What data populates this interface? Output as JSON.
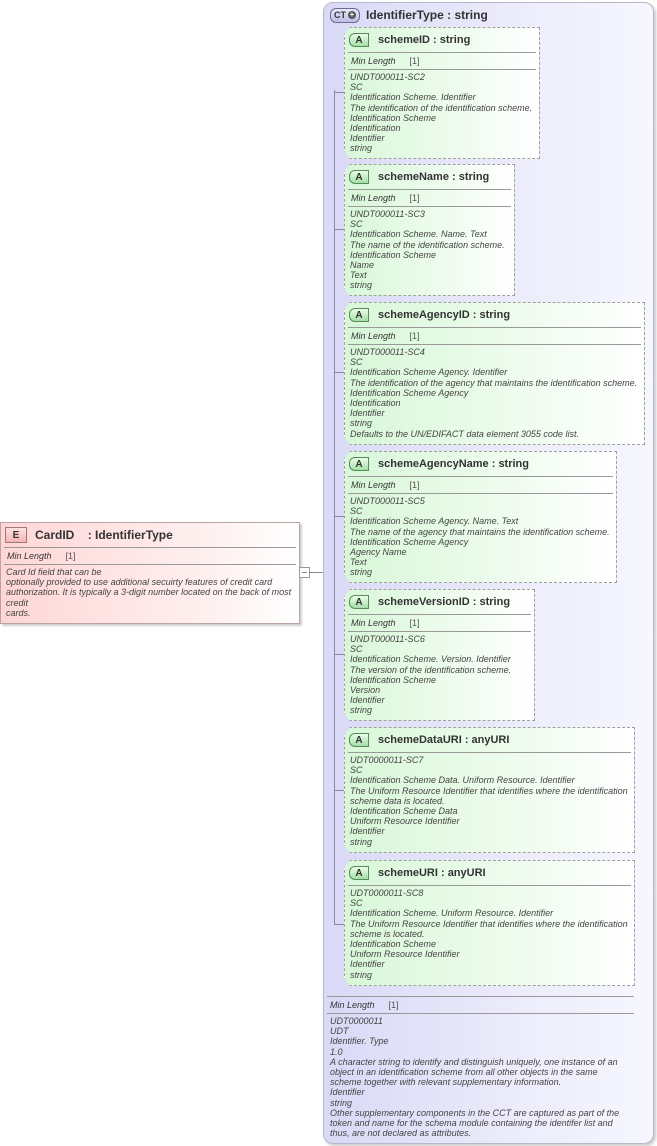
{
  "element": {
    "badge": "E",
    "name": "CardID",
    "type": ": IdentifierType",
    "facet_label": "Min Length",
    "facet_value": "[1]",
    "documentation": "Card Id field that can be\noptionally provided to use additional secuirty features of credit card\nauthorization. It is typically a 3-digit number located on the back of most\ncredit\ncards."
  },
  "complex_type": {
    "badge": "CT",
    "badge_icon": "plus-icon",
    "title": "IdentifierType : string",
    "facet_label": "Min Length",
    "facet_value": "[1]",
    "documentation": "UDT0000011\nUDT\nIdentifier. Type\n1.0\nA character string to identify and distinguish uniquely, one instance of an\nobject in an identification scheme from all other objects in the same\nscheme together with relevant supplementary information.\nIdentifier\nstring\nOther supplementary components in the CCT are captured as part of the\ntoken and name for the schema module containing the identifer list and\nthus, are not declared as attributes."
  },
  "attributes": [
    {
      "badge": "A",
      "title": "schemeID : string",
      "facet_label": "Min Length",
      "facet_value": "[1]",
      "documentation": "UNDT000011-SC2\nSC\nIdentification Scheme. Identifier\nThe identification of the identification scheme.\nIdentification Scheme\nIdentification\nIdentifier\nstring"
    },
    {
      "badge": "A",
      "title": "schemeName : string",
      "facet_label": "Min Length",
      "facet_value": "[1]",
      "documentation": "UNDT000011-SC3\nSC\nIdentification Scheme. Name. Text\nThe name of the identification scheme.\nIdentification Scheme\nName\nText\nstring"
    },
    {
      "badge": "A",
      "title": "schemeAgencyID : string",
      "facet_label": "Min Length",
      "facet_value": "[1]",
      "documentation": "UNDT000011-SC4\nSC\nIdentification Scheme Agency. Identifier\nThe identification of the agency that maintains the identification scheme.\nIdentification Scheme Agency\nIdentification\nIdentifier\nstring\nDefaults to the UN/EDIFACT data element 3055 code list."
    },
    {
      "badge": "A",
      "title": "schemeAgencyName : string",
      "facet_label": "Min Length",
      "facet_value": "[1]",
      "documentation": "UNDT000011-SC5\nSC\nIdentification Scheme Agency. Name. Text\nThe name of the agency that maintains the identification scheme.\nIdentification Scheme Agency\nAgency Name\nText\nstring"
    },
    {
      "badge": "A",
      "title": "schemeVersionID : string",
      "facet_label": "Min Length",
      "facet_value": "[1]",
      "documentation": "UNDT000011-SC6\nSC\nIdentification Scheme. Version. Identifier\nThe version of the identification scheme.\nIdentification Scheme\nVersion\nIdentifier\nstring"
    },
    {
      "badge": "A",
      "title": "schemeDataURI : anyURI",
      "documentation": "UDT0000011-SC7\nSC\nIdentification Scheme Data. Uniform Resource. Identifier\nThe Uniform Resource Identifier that identifies where the identification\nscheme data is located.\nIdentification Scheme Data\nUniform Resource Identifier\nIdentifier\nstring"
    },
    {
      "badge": "A",
      "title": "schemeURI : anyURI",
      "documentation": "UDT0000011-SC8\nSC\nIdentification Scheme. Uniform Resource. Identifier\nThe Uniform Resource Identifier that identifies where the identification\nscheme is located.\nIdentification Scheme\nUniform Resource Identifier\nIdentifier\nstring"
    }
  ]
}
